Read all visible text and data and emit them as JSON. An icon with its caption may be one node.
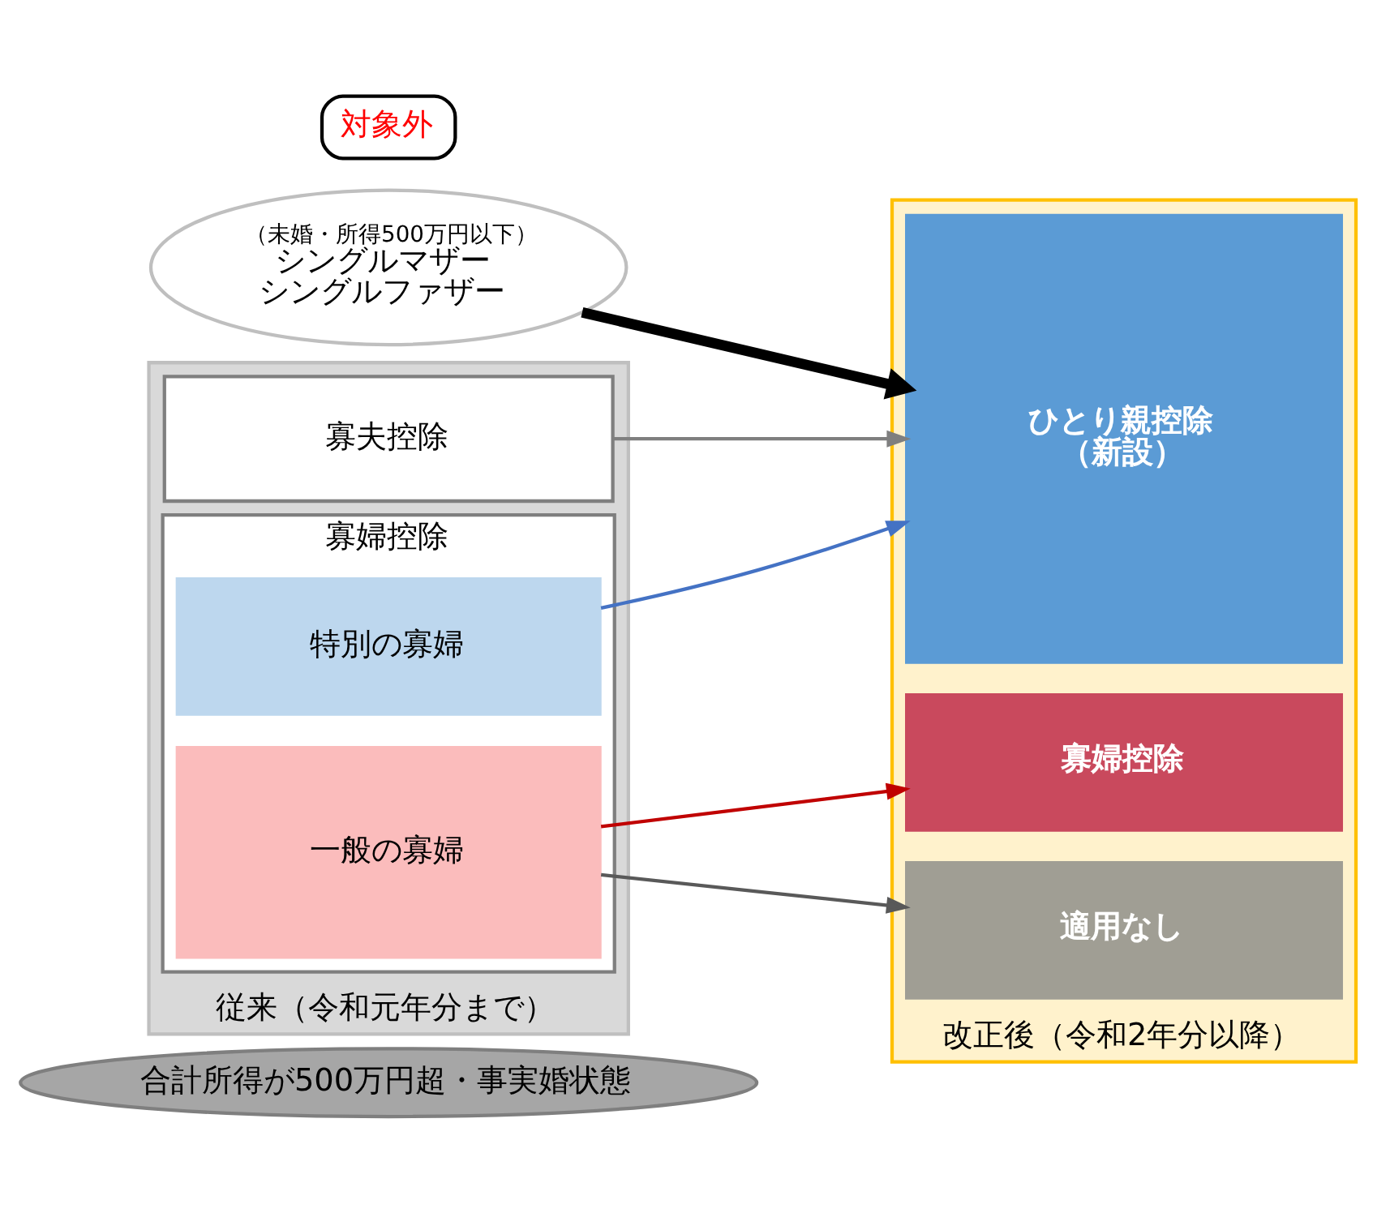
{
  "diagram": {
    "nodes": [
      {
        "text": [
          "対象外"
        ]
      },
      {
        "text": [
          "（未婚・所得500万円以下）",
          "シングルマザー",
          "シングルファザー"
        ]
      },
      {
        "text": [
          "従来（令和元年分まで）"
        ]
      },
      {
        "text": [
          "寡夫控除"
        ],
        "in": 2
      },
      {
        "text": [
          "寡婦控除"
        ],
        "in": 2
      },
      {
        "text": [
          "特別の寡婦"
        ],
        "in": 4
      },
      {
        "text": [
          "一般の寡婦"
        ],
        "in": 4
      },
      {
        "text": [
          "改正後（令和2年分以降）"
        ]
      },
      {
        "text": [
          "ひとり親控除",
          "（新設）"
        ],
        "in": 7
      },
      {
        "text": [
          "寡婦控除"
        ],
        "in": 7
      },
      {
        "text": [
          "適用なし"
        ],
        "in": 7
      },
      {
        "text": [
          "合計所得が500万円超・事実婚状態"
        ]
      }
    ],
    "edges": [
      {
        "from": 1,
        "to": 8,
        "arrow": "to",
        "style": "thick",
        "color": "#000000"
      },
      {
        "from": 3,
        "to": 8,
        "arrow": "to",
        "color": "#7f7f7f"
      },
      {
        "from": 5,
        "to": 8,
        "arrow": "to",
        "color": "#4472c4"
      },
      {
        "from": 6,
        "to": 9,
        "arrow": "to",
        "color": "#c00000"
      },
      {
        "from": 6,
        "to": 10,
        "arrow": "to",
        "color": "#595959"
      }
    ]
  }
}
